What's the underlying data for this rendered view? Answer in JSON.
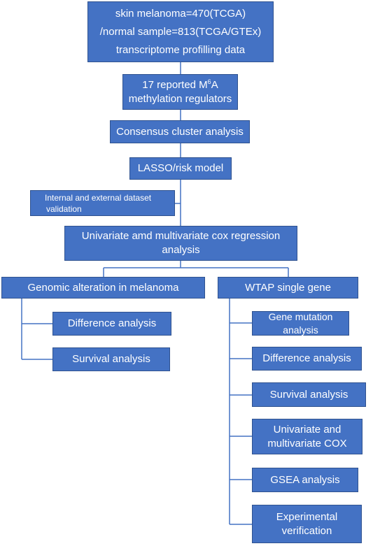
{
  "colors": {
    "box_fill": "#4472c4",
    "box_border": "#2f528f",
    "connector": "#4472c4",
    "text": "#ffffff"
  },
  "nodes": {
    "data_source": {
      "line1": "skin melanoma=470(TCGA)",
      "line2": "/normal sample=813(TCGA/GTEx)",
      "line3": "transcriptome profilling data"
    },
    "regulators": {
      "line1_pre": "17 reported M",
      "line1_sup": "6",
      "line1_post": "A",
      "line2": "methylation regulators"
    },
    "consensus": "Consensus cluster analysis",
    "lasso": "LASSO/risk model",
    "validation": {
      "line1": "Internal and external dataset",
      "line2": "validation"
    },
    "cox_regression": {
      "line1": "Univariate amd multivariate cox regression",
      "line2": "analysis"
    },
    "genomic": {
      "title": "Genomic alteration in melanoma",
      "items": [
        "Difference analysis",
        "Survival analysis"
      ]
    },
    "wtap": {
      "title": "WTAP single gene",
      "items": [
        {
          "line1": "Gene mutation",
          "line2": "analysis"
        },
        {
          "line1": "Difference analysis"
        },
        {
          "line1": "Survival analysis"
        },
        {
          "line1": "Univariate and",
          "line2": "multivariate COX"
        },
        {
          "line1": "GSEA analysis"
        },
        {
          "line1": "Experimental",
          "line2": "verification"
        }
      ]
    }
  }
}
